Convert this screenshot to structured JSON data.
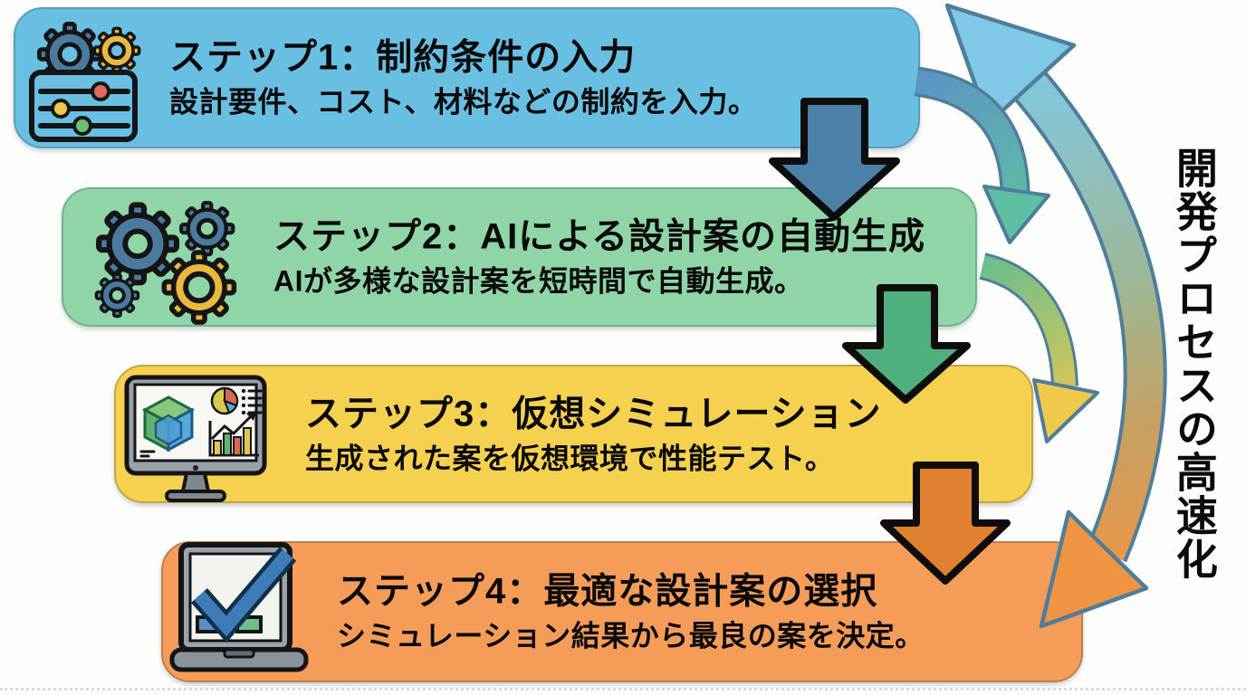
{
  "caption": "開発プロセスの高速化",
  "steps": [
    {
      "title": "ステップ1：制約条件の入力",
      "desc": "設計要件、コスト、材料などの制約を入力。",
      "bg": "#68BFE1",
      "icon": "settings-sliders-gears-icon"
    },
    {
      "title": "ステップ2：AIによる設計案の自動生成",
      "desc": "AIが多様な設計案を短時間で自動生成。",
      "bg": "#8FD5A8",
      "icon": "gears-cluster-icon"
    },
    {
      "title": "ステップ3：仮想シミュレーション",
      "desc": "生成された案を仮想環境で性能テスト。",
      "bg": "#F6D150",
      "icon": "monitor-analytics-icon"
    },
    {
      "title": "ステップ4：最適な設計案の選択",
      "desc": "シミュレーション結果から最良の案を決定。",
      "bg": "#F59D58",
      "icon": "laptop-checkmark-icon"
    }
  ],
  "arrows": {
    "between_steps": [
      {
        "name": "arrow-step1-to-step2",
        "type": "block-down",
        "color": "#4B80A8"
      },
      {
        "name": "arrow-step2-to-step3",
        "type": "block-down",
        "color": "#4FAF7E"
      },
      {
        "name": "arrow-step3-to-step4",
        "type": "block-down",
        "color": "#E0812F"
      }
    ],
    "side_curved": [
      {
        "name": "curve-step1-to-step2",
        "gradient": [
          "#5B93C4",
          "#5FBFA3"
        ]
      },
      {
        "name": "curve-step2-to-step3",
        "gradient": [
          "#69BE8F",
          "#E8C84E"
        ]
      }
    ],
    "cycle": {
      "name": "cycle-feedback-arrow",
      "direction": "double-headed",
      "gradient": [
        "#7FC9E6",
        "#B3AE7E",
        "#EF9443"
      ]
    }
  }
}
